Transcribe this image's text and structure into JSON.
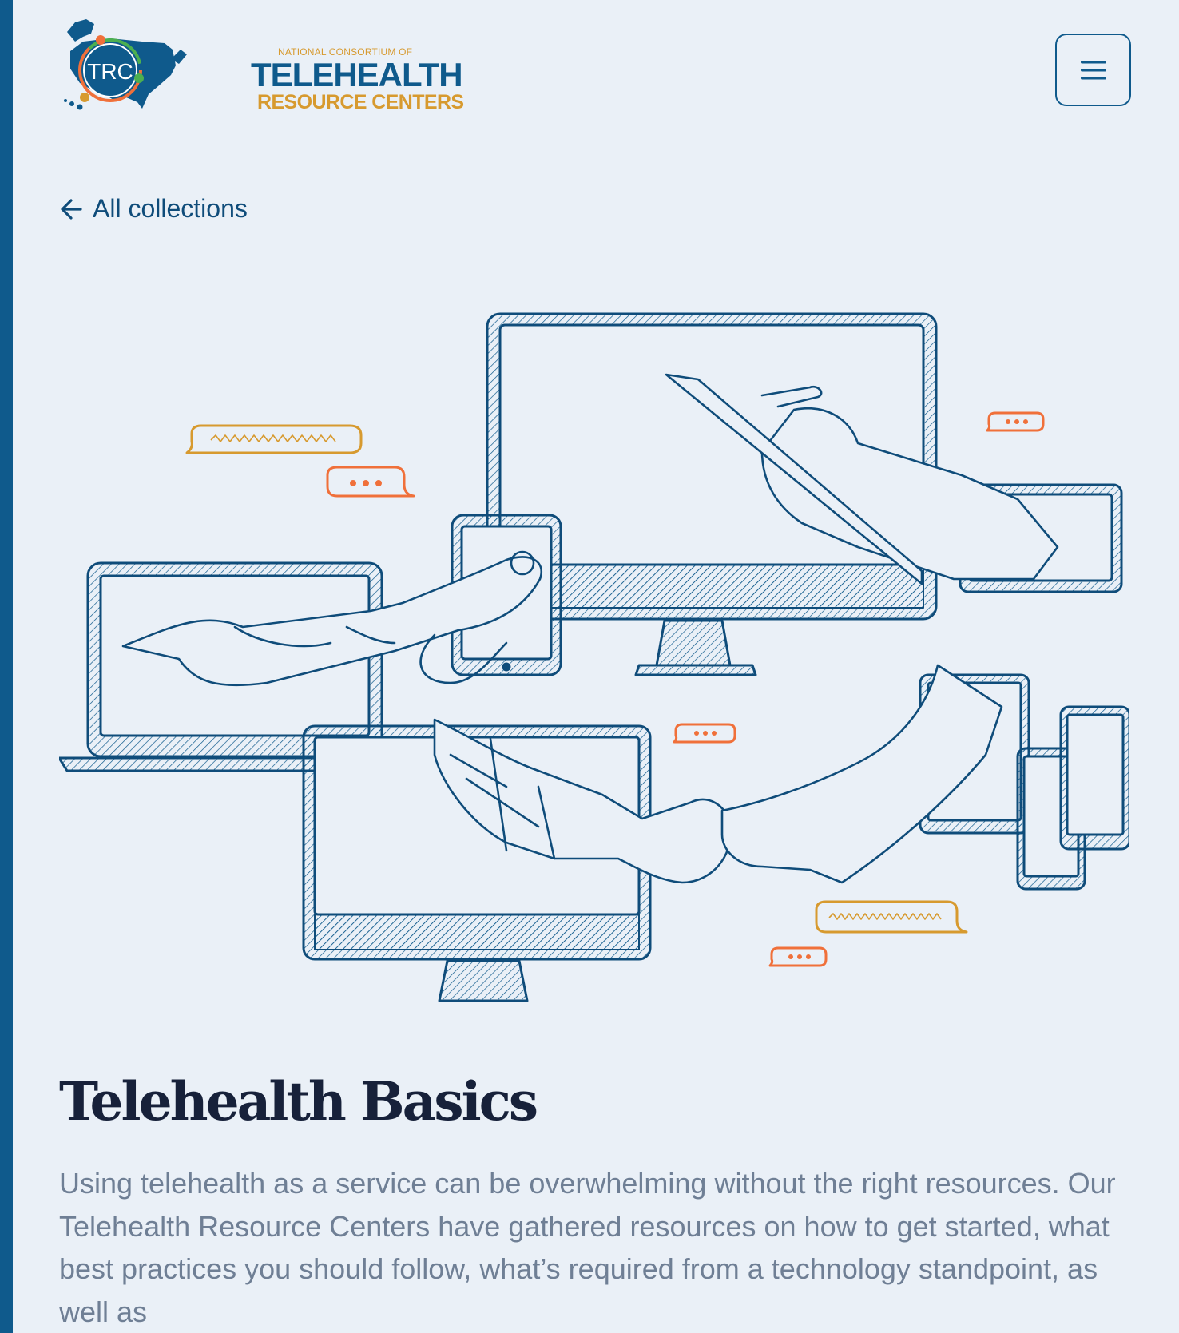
{
  "header": {
    "logo": {
      "badge_text": "TRC",
      "line1": "NATIONAL CONSORTIUM OF",
      "line2": "TELEHEALTH",
      "line3": "RESOURCE CENTERS"
    },
    "menu_icon": "hamburger-menu-icon"
  },
  "nav": {
    "back_label": "All collections",
    "back_icon": "arrow-left-icon"
  },
  "hero": {
    "illustration": "devices-hands-telehealth-illustration"
  },
  "main": {
    "title": "Telehealth Basics",
    "description": "Using telehealth as a service can be overwhelming without the right resources. Our Telehealth Resource Centers have gathered resources on how to get started, what best practices you should follow, what’s required from a technology standpoint, as well as"
  },
  "colors": {
    "brand_blue": "#0f5a8c",
    "brand_gold": "#d79a2f",
    "accent_orange": "#f0703a",
    "background": "#eaf0f7",
    "title": "#17213a",
    "body_text": "#6f7f95"
  }
}
